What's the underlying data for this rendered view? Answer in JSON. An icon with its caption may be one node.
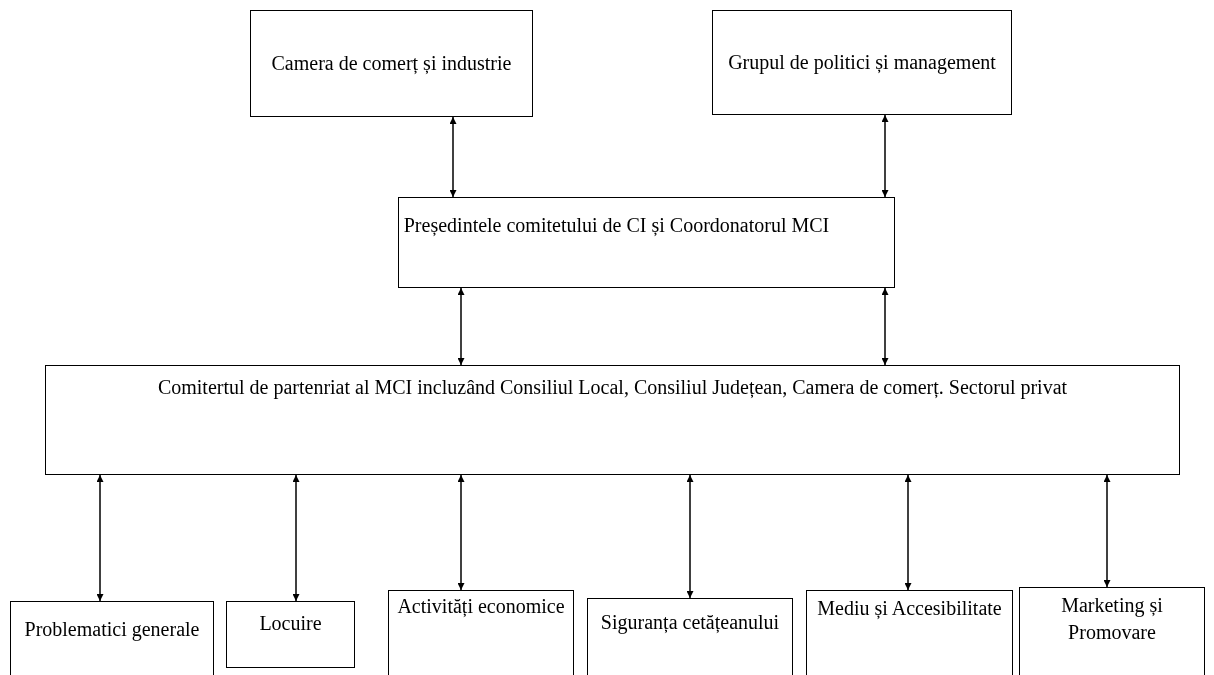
{
  "diagram": {
    "nodes": [
      {
        "text": [
          "Camera de comerț și industrie"
        ]
      },
      {
        "text": [
          "Grupul de politici și management"
        ]
      },
      {
        "text": [
          "Președintele comitetului de CI și Coordonatorul MCI"
        ]
      },
      {
        "text": [
          "Comitertul de partenriat al MCI incluzând Consiliul Local, Consiliul Județean, Camera de comerț. Sectorul privat"
        ]
      },
      {
        "text": [
          "Problematici generale"
        ]
      },
      {
        "text": [
          "Locuire"
        ]
      },
      {
        "text": [
          "Activități economice"
        ]
      },
      {
        "text": [
          "Siguranța cetățeanului"
        ]
      },
      {
        "text": [
          "Mediu și Accesibilitate"
        ]
      },
      {
        "text": [
          "Marketing și Promovare"
        ]
      }
    ],
    "edges": [
      {
        "from": 0,
        "to": 2,
        "arrow": "both"
      },
      {
        "from": 1,
        "to": 2,
        "arrow": "both"
      },
      {
        "from": 2,
        "to": 3,
        "arrow": "both"
      },
      {
        "from": 2,
        "to": 3,
        "arrow": "both"
      },
      {
        "from": 3,
        "to": 4,
        "arrow": "both"
      },
      {
        "from": 3,
        "to": 5,
        "arrow": "both"
      },
      {
        "from": 3,
        "to": 6,
        "arrow": "both"
      },
      {
        "from": 3,
        "to": 7,
        "arrow": "both"
      },
      {
        "from": 3,
        "to": 8,
        "arrow": "both"
      },
      {
        "from": 3,
        "to": 9,
        "arrow": "both"
      }
    ]
  }
}
